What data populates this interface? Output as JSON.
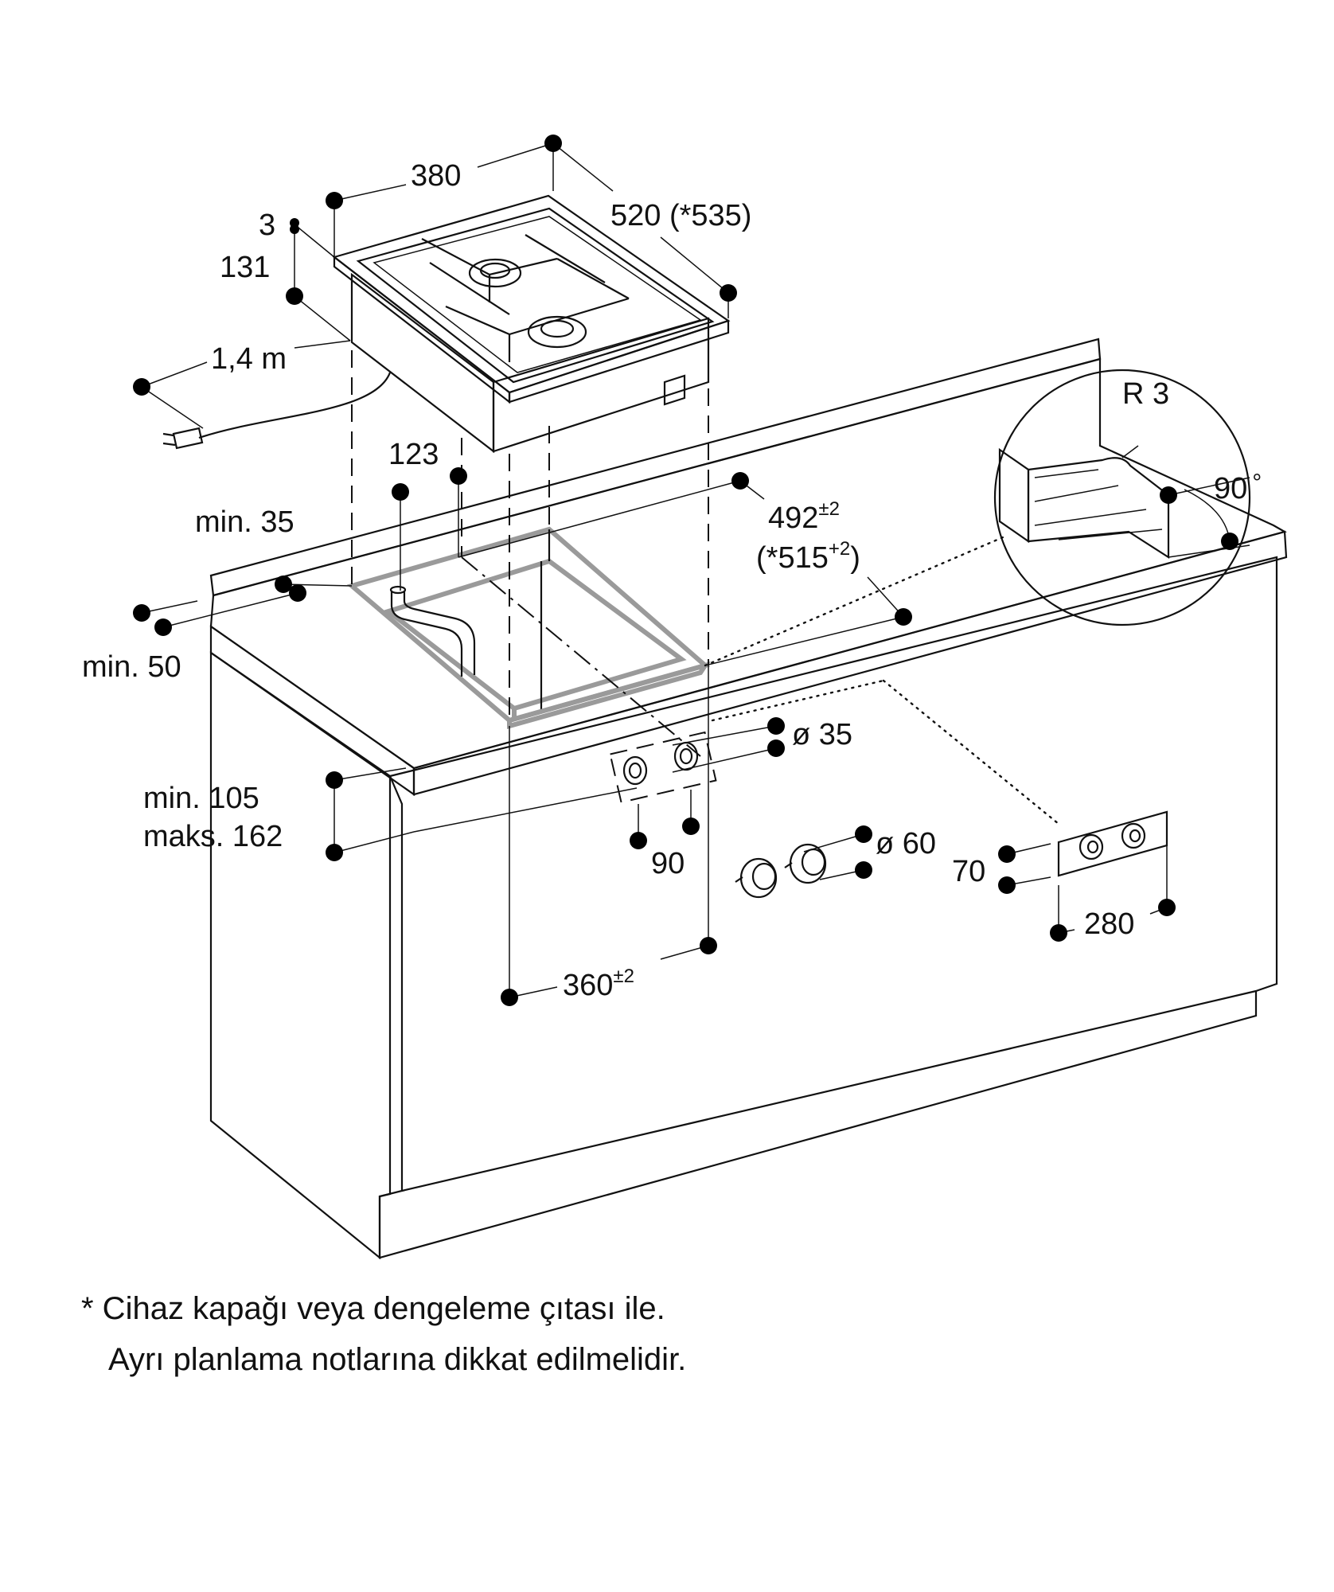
{
  "dimensions": {
    "width_380": "380",
    "depth_520": "520 (*535)",
    "top_3": "3",
    "height_131": "131",
    "cable_length": "1,4 m",
    "offset_123": "123",
    "min_35": "min. 35",
    "cutout_492": "492",
    "cutout_492_tol": "±2",
    "cutout_515_open": "(*515",
    "cutout_515_tol": "+2",
    "cutout_515_close": ")",
    "min_50": "min. 50",
    "thickness_min": "min. 105",
    "thickness_max": "maks. 162",
    "knob_hole_35": "ø 35",
    "knob_spacing_90": "90",
    "knob_60": "ø 60",
    "panel_70": "70",
    "panel_280": "280",
    "cutout_360": "360",
    "cutout_360_tol": "±2",
    "radius_r3": "R 3",
    "angle_90": "90",
    "degree_symbol": "°"
  },
  "footnote": {
    "line1": "* Cihaz kapağı veya dengeleme çıtası ile.",
    "line2": "Ayrı planlama notlarına dikkat edilmelidir."
  },
  "icons": [
    "plug-icon",
    "gas-pipe-icon",
    "control-knob-icon",
    "dimension-point-icon"
  ],
  "colors": {
    "line": "#111111",
    "cutout": "#9a9a9a",
    "hob_shade": "#e6e6e6"
  }
}
